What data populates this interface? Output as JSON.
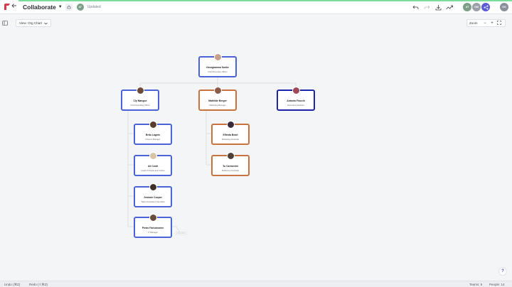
{
  "topbar": {
    "app_title": "Collaborate",
    "status": "Updated",
    "current_user_initials": "AT",
    "collaborators": [
      {
        "initials": "AT",
        "color": "#7c9e87"
      },
      {
        "initials": "GM",
        "color": "#9aa0a8"
      }
    ],
    "user_initials": "GG"
  },
  "view": {
    "label": "View: Org Chart"
  },
  "zoom": {
    "label": "Zoom",
    "minus": "−",
    "plus": "+"
  },
  "cards": [
    {
      "name": "Georgiamma Smike",
      "role": "Chief Executive Officer",
      "color": "blue",
      "photo": "#c89f8c"
    },
    {
      "name": "Cly Mangue",
      "role": "Chief Operating Officer",
      "color": "blue",
      "photo": "#6b4a3a"
    },
    {
      "name": "Mathilde Berger",
      "role": "Marketing Manager",
      "color": "orange",
      "photo": "#8a5a46"
    },
    {
      "name": "Antonia Fiocchi",
      "role": "Executive Assistant",
      "color": "navy",
      "photo": "#a0475a"
    },
    {
      "name": "Brito Lagnin",
      "role": "Finance Manager",
      "color": "blue",
      "photo": "#5a3c2e"
    },
    {
      "name": "Elfreda Beart",
      "role": "Marketing Associate",
      "color": "orange",
      "photo": "#3a2a3e"
    },
    {
      "name": "Ali Conti",
      "role": "Head of People and Culture",
      "color": "blue",
      "photo": "#d8c2a8"
    },
    {
      "name": "Tu Carmenini",
      "role": "Marketing Associate",
      "color": "orange",
      "photo": "#4e4038"
    },
    {
      "name": "Jermain Cooper",
      "role": "Talent Acquisition Specialist",
      "color": "blue",
      "photo": "#3e3028"
    },
    {
      "name": "Pietro Farlukmeien",
      "role": "IT Manager",
      "color": "blue",
      "photo": "#6a4c3c"
    }
  ],
  "add_hint": "Add position",
  "help": "?",
  "footer": {
    "undo": "Undo (⌘Z)",
    "redo": "Redo (⇧⌘Z)",
    "teams": "Teams: 5",
    "people": "People: 14"
  },
  "colors": {
    "accent": "#7ddc9c",
    "blue": "#4a64d8",
    "orange": "#c8733f",
    "navy": "#1d26a8",
    "share": "#5b5bd6"
  },
  "icons": [
    "back-arrow-icon",
    "home-icon",
    "undo-icon",
    "redo-icon",
    "download-icon",
    "trend-icon",
    "share-icon",
    "sidebar-toggle-icon",
    "chevron-down-icon",
    "fullscreen-icon",
    "help-icon"
  ]
}
